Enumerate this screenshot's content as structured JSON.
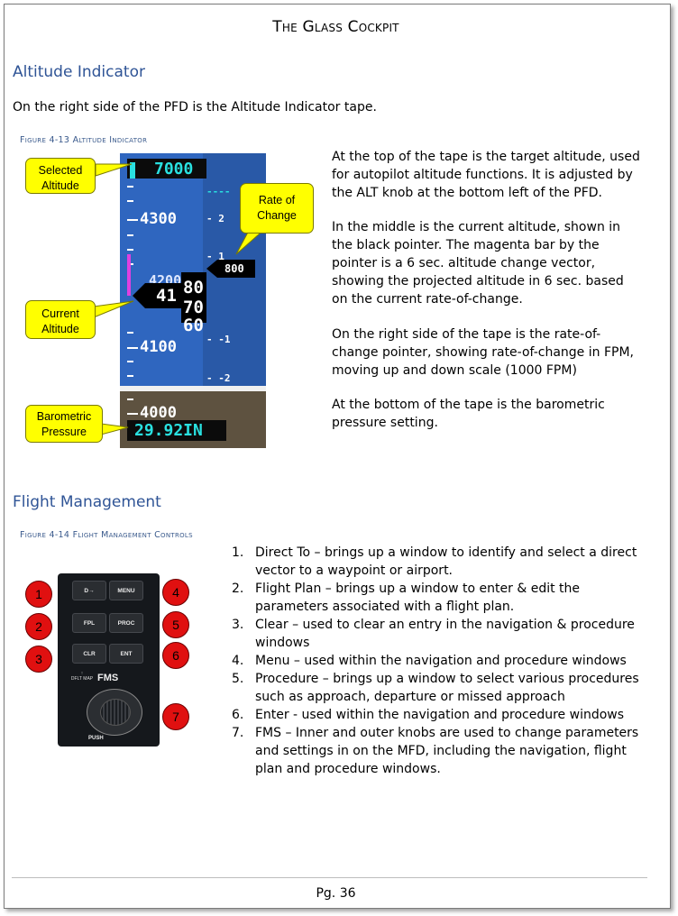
{
  "page": {
    "title": "The Glass Cockpit",
    "number": "Pg. 36"
  },
  "altitude": {
    "heading": "Altitude Indicator",
    "intro": "On the right side of the PFD is the Altitude Indicator tape.",
    "figure_caption": "Figure 4-13 Altitude Indicator",
    "paragraphs": [
      "At the top of the tape is the target altitude, used for autopilot altitude functions. It is adjusted by the ALT knob at the bottom left of the PFD.",
      "In the middle is the current altitude, shown in the black pointer. The magenta bar by the pointer is a 6 sec. altitude change vector, showing the projected altitude in 6 sec. based on the current rate-of-change.",
      "On the right side of the tape is the rate-of-change pointer, showing rate-of-change in FPM, moving up and down scale (1000 FPM)",
      "At the bottom of the tape is the barometric pressure setting."
    ],
    "tape": {
      "selected": "7000",
      "alt_4300": "4300",
      "alt_4200": "4200",
      "alt_4100": "4100",
      "alt_4000": "4000",
      "current_hundreds": "41",
      "roll_80": "80",
      "roll_70": "70",
      "roll_60": "60",
      "rate_value": "800",
      "rate_2": "2",
      "rate_1": "1",
      "rate_m1": "-1",
      "rate_m2": "-2",
      "rate_top": "----",
      "baro": "29.92IN"
    },
    "callouts": {
      "selected": "Selected Altitude",
      "rate": "Rate of Change",
      "current": "Current Altitude",
      "baro": "Barometric Pressure"
    },
    "colors": {
      "sky": "#2f66bf",
      "ground": "#5e5240",
      "cyan": "#29e0e0",
      "magenta": "#e040e0",
      "callout": "#ffff00"
    }
  },
  "flight_management": {
    "heading": "Flight Management",
    "figure_caption": "Figure 4-14 Flight Management Controls",
    "keys": {
      "direct": "D→",
      "menu": "MENU",
      "fpl": "FPL",
      "proc": "PROC",
      "clr": "CLR",
      "ent": "ENT",
      "fms": "FMS",
      "dflt": "DFLT MAP",
      "push": "PUSH"
    },
    "badges": [
      "1",
      "2",
      "3",
      "4",
      "5",
      "6",
      "7"
    ],
    "items": [
      {
        "num": "1.",
        "text": "Direct To – brings up a window to identify and select a direct vector to a waypoint or airport."
      },
      {
        "num": "2.",
        "text": "Flight Plan – brings up a window to enter & edit the parameters associated with a flight plan."
      },
      {
        "num": "3.",
        "text": "Clear – used to clear an entry in the navigation & procedure windows"
      },
      {
        "num": "4.",
        "text": "Menu – used within the navigation and procedure windows"
      },
      {
        "num": "5.",
        "text": "Procedure – brings up a window to select various procedures such as approach, departure or missed approach"
      },
      {
        "num": "6.",
        "text": "Enter - used within the navigation and procedure windows"
      },
      {
        "num": "7.",
        "text": "FMS – Inner and outer knobs are used to change parameters and settings in on the MFD, including the navigation, flight plan and procedure windows."
      }
    ]
  }
}
